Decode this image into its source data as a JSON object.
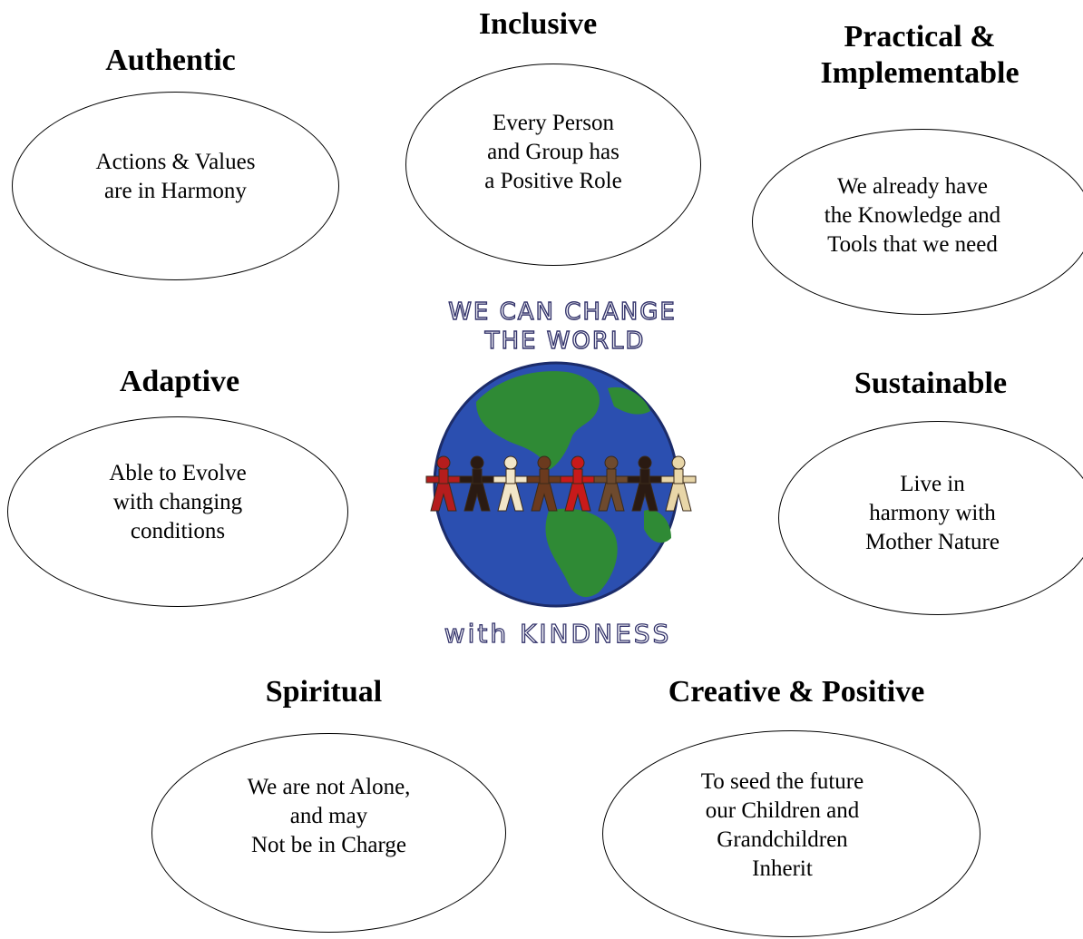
{
  "principles": {
    "authentic": {
      "heading": "Authentic",
      "text": "Actions & Values\nare in Harmony"
    },
    "inclusive": {
      "heading": "Inclusive",
      "text": "Every Person\nand Group has\na Positive Role"
    },
    "practical": {
      "heading": "Practical &\nImplementable",
      "text": "We already have\nthe Knowledge and\nTools that we need"
    },
    "adaptive": {
      "heading": "Adaptive",
      "text": "Able to Evolve\nwith changing\nconditions"
    },
    "sustainable": {
      "heading": "Sustainable",
      "text": "Live in\nharmony with\nMother Nature"
    },
    "spiritual": {
      "heading": "Spiritual",
      "text": "We are not Alone,\nand may\nNot be in Charge"
    },
    "creative": {
      "heading": "Creative & Positive",
      "text": "To seed the future\nour Children and\nGrandchildren\nInherit"
    }
  },
  "illustration": {
    "top_line1": "WE CAN  CHANGE",
    "top_line2": "THE WORLD",
    "bottom": "with  KINDNESS",
    "colors": {
      "ocean": "#2b4fb0",
      "land": "#2f8a35",
      "people": [
        "#b51d1d",
        "#2a1a12",
        "#f2e6c8",
        "#6b3a1e",
        "#c81a1a",
        "#6e4a2e",
        "#2a1a12",
        "#e8d6a8"
      ]
    }
  }
}
